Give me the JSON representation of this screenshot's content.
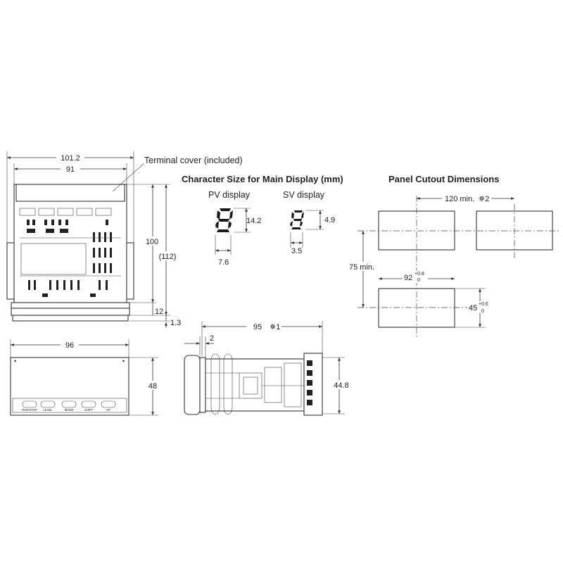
{
  "top_view": {
    "width_overall": "101.2",
    "width_body": "91",
    "terminal_cover_note": "Terminal cover (included)",
    "height_body": "100",
    "height_overall": "(112)",
    "height_cover": "12",
    "gap": "1.3"
  },
  "front_view": {
    "width": "96",
    "height": "48",
    "keys": [
      "RUN/STOP",
      "LEVEL",
      "MODE",
      "SHIFT",
      "UP"
    ]
  },
  "side_view": {
    "depth": "95",
    "depth_note": "✵1",
    "bezel": "2",
    "height": "44.8"
  },
  "character_size": {
    "title": "Character Size for Main Display (mm)",
    "pv_label": "PV display",
    "pv_height": "14.2",
    "pv_width": "7.6",
    "sv_label": "SV display",
    "sv_height": "4.9",
    "sv_width": "3.5"
  },
  "panel_cutout": {
    "title": "Panel Cutout Dimensions",
    "pitch_h": "120 min.",
    "pitch_h_note": "✵2",
    "pitch_v": "75 min.",
    "cut_w": "92",
    "cut_w_tol_plus": "+0.8",
    "cut_w_tol_zero": "0",
    "cut_h": "45",
    "cut_h_tol_plus": "+0.6",
    "cut_h_tol_zero": "0"
  }
}
